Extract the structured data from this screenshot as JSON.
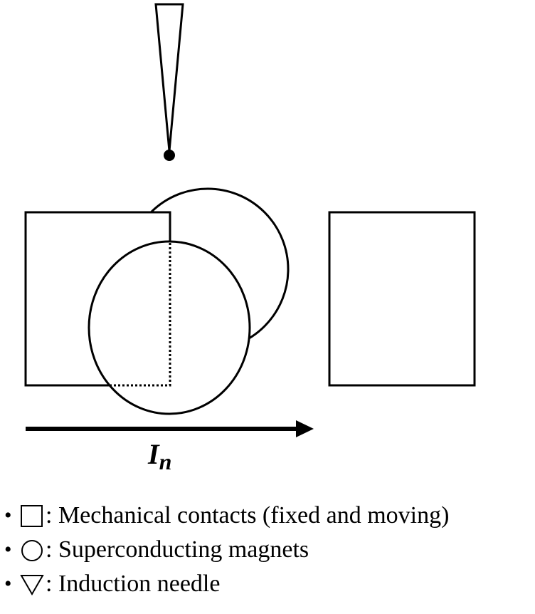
{
  "diagram": {
    "current_label": "I",
    "current_subscript": "n"
  },
  "legend": [
    {
      "bullet": "•",
      "symbol": "square-icon",
      "text": ": Mechanical contacts (fixed and moving)"
    },
    {
      "bullet": "•",
      "symbol": "circle-icon",
      "text": ": Superconducting magnets"
    },
    {
      "bullet": "•",
      "symbol": "triangle-down-icon",
      "text": ": Induction needle"
    }
  ],
  "colors": {
    "stroke": "#000000",
    "background": "#ffffff"
  }
}
